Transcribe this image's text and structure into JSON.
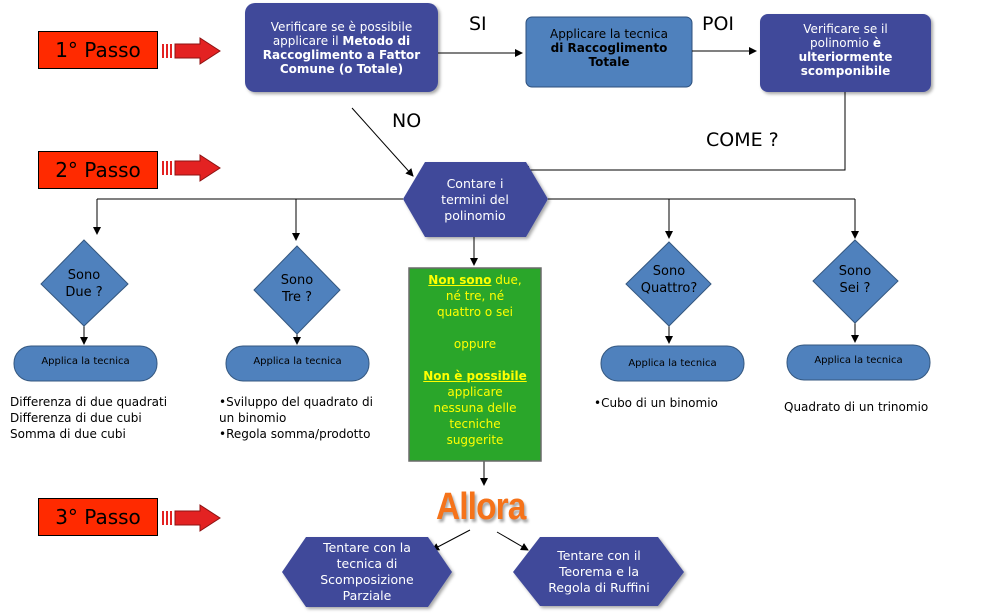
{
  "steps": {
    "step1": "1° Passo",
    "step2": "2° Passo",
    "step3": "3° Passo"
  },
  "top": {
    "verify_box": {
      "line1": "Verificare se è possibile",
      "line2_plain": "applicare il ",
      "line2_bold": "Metodo di",
      "line3_bold": "Raccoglimento a Fattor",
      "line4_bold": "Comune (o Totale)"
    },
    "si_label": "SI",
    "apply_box": {
      "line1": "Applicare la tecnica",
      "line2_bold": "di Raccoglimento",
      "line3_bold": "Totale"
    },
    "poi_label": "POI",
    "further_box": {
      "line1": "Verificare se il",
      "line2_plain": "polinomio ",
      "line2_bold": "è",
      "line3_bold": "ulteriormente",
      "line4_bold": "scomponibile"
    },
    "no_label": "NO",
    "come_label": "COME ?"
  },
  "center": {
    "count_box": {
      "line1": "Contare i",
      "line2": "termini del",
      "line3": "polinomio"
    }
  },
  "branches": {
    "due": {
      "q1": "Sono",
      "q2": "Due ?",
      "apply": "Applica la tecnica",
      "items": [
        "Differenza di due  quadrati",
        "Differenza di due  cubi",
        "Somma  di due cubi"
      ]
    },
    "tre": {
      "q1": "Sono",
      "q2": "Tre ?",
      "apply": "Applica la tecnica",
      "items": [
        "•Sviluppo del quadrato di",
        "un binomio",
        "•Regola somma/prodotto"
      ]
    },
    "other": {
      "l1_bold": "Non sono",
      "l1_plain": " due,",
      "l2": "né tre,  né",
      "l3": "quattro  o sei",
      "l4": "oppure",
      "l5_bold": "Non è possibile",
      "l6": "applicare",
      "l7": "nessuna delle",
      "l8": "tecniche",
      "l9": "suggerite"
    },
    "quattro": {
      "q1": "Sono",
      "q2": "Quattro?",
      "apply": "Applica la tecnica",
      "items": [
        "•Cubo di un binomio"
      ]
    },
    "sei": {
      "q1": "Sono",
      "q2": "Sei ?",
      "apply": "Applica la tecnica",
      "items": [
        "Quadrato  di un trinomio"
      ]
    }
  },
  "bottom": {
    "allora": "Allora",
    "left_box": {
      "line1": "Tentare con la",
      "line2": "tecnica  di",
      "line3": "Scomposizione",
      "line4": "Parziale"
    },
    "right_box": {
      "line1": "Tentare con il",
      "line2": "Teorema e la",
      "line3": "Regola di Ruffini"
    }
  },
  "colors": {
    "dark_blue": "#3f4a9a",
    "mid_blue": "#4f81bd",
    "green": "#2aa62a",
    "step_red": "#ff2a00",
    "arrow_red": "#e32222",
    "allora_orange": "#f5731a"
  }
}
